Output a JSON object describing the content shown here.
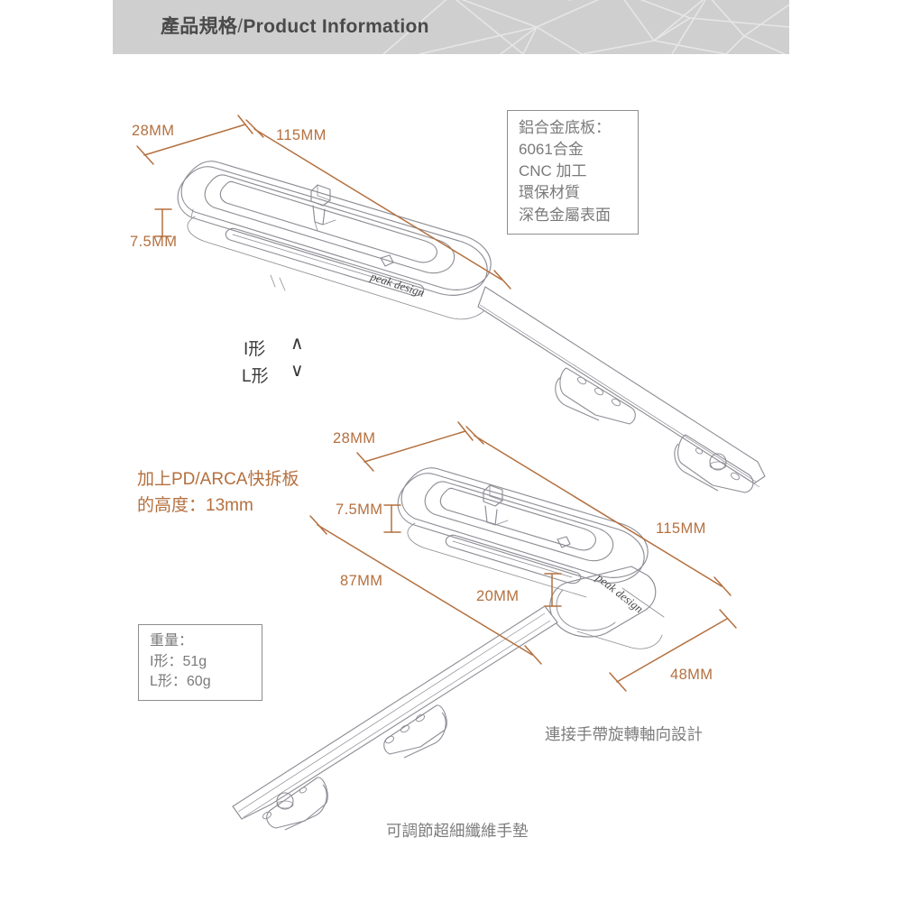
{
  "header": {
    "title_zh": "產品規格",
    "separator": "/",
    "title_en": "Product Information",
    "banner_color": "#cfcfcf",
    "title_color": "#4a4a4a"
  },
  "colors": {
    "dimension_line": "#b4703f",
    "drawing_line": "#8b8b95",
    "text_gray": "#7a7a7a",
    "banner_gray": "#cfcfcf"
  },
  "spec_box": {
    "name": "aluminium-baseplate-spec",
    "lines": [
      "鋁合金底板：",
      "6061合金",
      "CNC 加工",
      "環保材質",
      "深色金屬表面"
    ],
    "text": "鋁合金底板：\n6061合金\nCNC 加工\n環保材質\n深色金屬表面"
  },
  "weight_box": {
    "name": "weight-spec",
    "lines": [
      "重量：",
      "I形：51g",
      "L形：60g"
    ],
    "text": "重量：\nI形：51g\nL形：60g"
  },
  "shape_variants": [
    {
      "label": "I形",
      "chevron": "∧",
      "weight": "51g"
    },
    {
      "label": "L形",
      "chevron": "∨",
      "weight": "60g"
    }
  ],
  "quick_release_note": {
    "text": "加上PD/ARCA快拆板\n的高度：13mm",
    "line1": "加上PD/ARCA快拆板",
    "line2": "的高度：13mm",
    "value": "13mm"
  },
  "captions": [
    {
      "name": "rotating-axis-caption",
      "text": "連接手帶旋轉軸向設計"
    },
    {
      "name": "microfiber-pad-caption",
      "text": "可調節超細纖維手墊"
    }
  ],
  "brand": {
    "text": "peak design"
  },
  "dimensions_top": [
    {
      "id": "top-28mm",
      "label": "28MM",
      "value": 28,
      "unit": "MM"
    },
    {
      "id": "top-115mm",
      "label": "115MM",
      "value": 115,
      "unit": "MM"
    },
    {
      "id": "top-7p5mm",
      "label": "7.5MM",
      "value": 7.5,
      "unit": "MM"
    }
  ],
  "dimensions_bottom": [
    {
      "id": "bot-28mm",
      "label": "28MM",
      "value": 28,
      "unit": "MM"
    },
    {
      "id": "bot-7p5mm",
      "label": "7.5MM",
      "value": 7.5,
      "unit": "MM"
    },
    {
      "id": "bot-87mm",
      "label": "87MM",
      "value": 87,
      "unit": "MM"
    },
    {
      "id": "bot-20mm",
      "label": "20MM",
      "value": 20,
      "unit": "MM"
    },
    {
      "id": "bot-115mm",
      "label": "115MM",
      "value": 115,
      "unit": "MM"
    },
    {
      "id": "bot-48mm",
      "label": "48MM",
      "value": 48,
      "unit": "MM"
    }
  ]
}
